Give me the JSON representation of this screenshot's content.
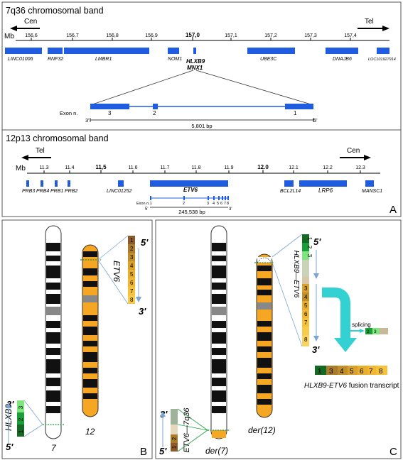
{
  "panelA": {
    "top": {
      "title": "7q36 chromosomal band",
      "cen": "Cen",
      "tel": "Tel",
      "mb": "Mb",
      "ticks": [
        "156,6",
        "156,7",
        "156,8",
        "156,9",
        "157,0",
        "157,1",
        "157,2",
        "157,3",
        "157,4"
      ],
      "genes": [
        "LINC01006",
        "RNF32",
        "LMBR1",
        "NOM1",
        "UBE3C",
        "DNAJB6",
        "LOC101927914"
      ],
      "focus_gene_1": "HLXB9",
      "focus_gene_2": "MNX1",
      "exon_label": "Exon n.",
      "exons": [
        "3",
        "2",
        "1"
      ],
      "end_left": "3'",
      "end_right": "5'",
      "length": "5,801 bp"
    },
    "bottom": {
      "title": "12p13 chromosomal band",
      "tel": "Tel",
      "cen": "Cen",
      "mb": "Mb",
      "ticks": [
        "11.3",
        "11.4",
        "11,5",
        "11.6",
        "11.7",
        "11.8",
        "11.9",
        "12.0",
        "12.1",
        "12.2",
        "12.3"
      ],
      "genes": [
        "PRB3",
        "PRB4",
        "PRB1",
        "PRB2",
        "LINC01252",
        "ETV6",
        "BCL2L14",
        "LRP6",
        "MANSC1"
      ],
      "exon_label": "Exon n.1",
      "exons": [
        "2",
        "3",
        "4",
        "5",
        "6",
        "7",
        "8"
      ],
      "end_left": "5'",
      "end_right": "3'",
      "length": "245,538 bp"
    },
    "label": "A"
  },
  "panelB": {
    "chr7_label": "7",
    "chr12_label": "12",
    "hlxb9_gene": "HLXB9",
    "etv6_gene": "ETV6",
    "prime5": "5'",
    "prime3": "3'",
    "hlxb9_exons": [
      "1",
      "2",
      "3"
    ],
    "etv6_exons": [
      "1",
      "2",
      "3",
      "4",
      "5",
      "6",
      "7",
      "8"
    ],
    "label": "B"
  },
  "panelC": {
    "der7_label": "der(7)",
    "der12_label": "der(12)",
    "der12_gene": "HLXB9—ETV6",
    "der7_gene": "ETV6—7q36",
    "prime5": "5'",
    "prime3": "3'",
    "der12_exons": [
      "1",
      "2",
      "3",
      "3",
      "4",
      "5",
      "6",
      "7",
      "8"
    ],
    "der7_exons": [
      "1",
      "2"
    ],
    "splicing": "splicing",
    "splice_exons": [
      "2",
      "3"
    ],
    "transcript_exons": [
      "1",
      "3",
      "4",
      "5",
      "6",
      "7",
      "8"
    ],
    "fusion_gene": "HLXB9-ETV6",
    "fusion_suffix": " fusion transcript",
    "label": "C"
  },
  "colors": {
    "blue": "#1f5ce0",
    "green": "#1a9e3a",
    "dark_green": "#156a23",
    "orange": "#f5a623",
    "brown": "#8b5a2b",
    "cyan": "#33d1d1",
    "line": "#333333"
  }
}
